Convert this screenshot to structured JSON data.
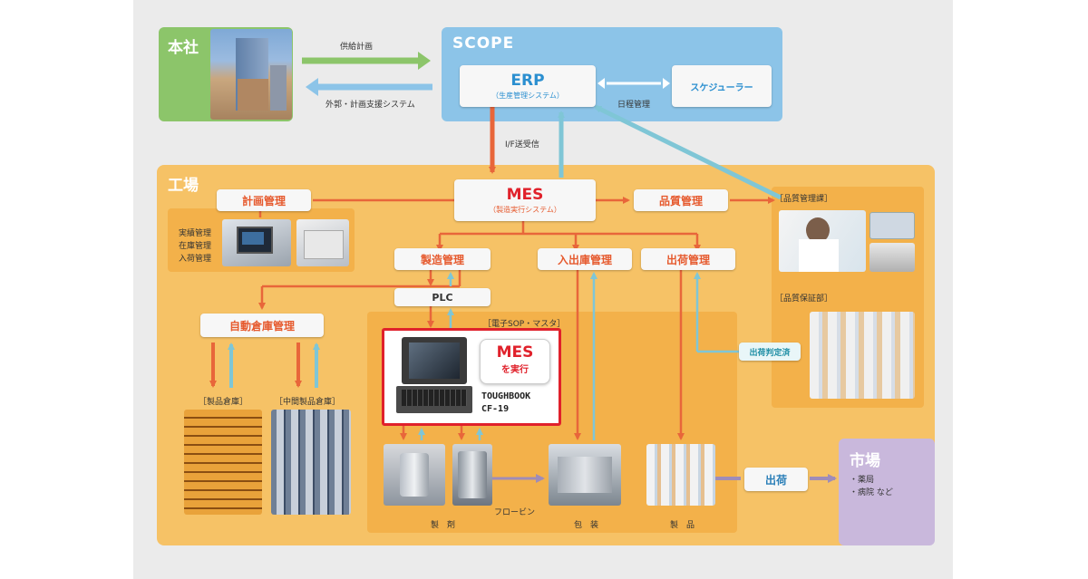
{
  "regions": {
    "honsha": "本社",
    "scope": "SCOPE",
    "factory": "工場",
    "market": "市場"
  },
  "arrows": {
    "supply_plan": "供給計画",
    "external_support": "外郭・計画支援システム",
    "schedule_mgmt": "日程管理",
    "if_send_receive": "I/F送受信",
    "shipping_judged": "出荷判定済",
    "shipping": "出荷"
  },
  "erp": {
    "title": "ERP",
    "sub": "（生産管理システム）"
  },
  "scheduler": {
    "label": "スケジューラー"
  },
  "mes": {
    "title": "MES",
    "sub": "（製造実行システム）"
  },
  "boxes": {
    "plan_mgmt": "計画管理",
    "quality_mgmt": "品質管理",
    "mfg_mgmt": "製造管理",
    "inout_mgmt": "入出庫管理",
    "ship_mgmt": "出荷管理",
    "auto_warehouse": "自動倉庫管理",
    "plc": "PLC"
  },
  "plan_list": [
    "実績管理",
    "在庫管理",
    "入荷管理"
  ],
  "quality_side": {
    "qc_dept": "［品質管理課］",
    "qa_dept": "［品質保証部］"
  },
  "warehouses": {
    "product": "［製品倉庫］",
    "intermediate": "［中間製品倉庫］"
  },
  "sop_label": "［電子SOP・マスタ］",
  "toughbook": {
    "bubble_line1": "MES",
    "bubble_line2": "を実行",
    "model_line1": "TOUGHBOOK",
    "model_line2": "CF-19"
  },
  "process": {
    "formulation": "製　剤",
    "flowbin": "フロービン",
    "packaging": "包　装",
    "product": "製　品"
  },
  "market_list": [
    "・薬局",
    "・病院 など"
  ],
  "colors": {
    "green": "#8cc56a",
    "blue": "#8cc4e8",
    "orange_region": "#f6c266",
    "orange_arrow": "#e8663a",
    "cyan_arrow": "#7fc6d6",
    "purple": "#c9b8dc",
    "red_frame": "#e0212b"
  }
}
